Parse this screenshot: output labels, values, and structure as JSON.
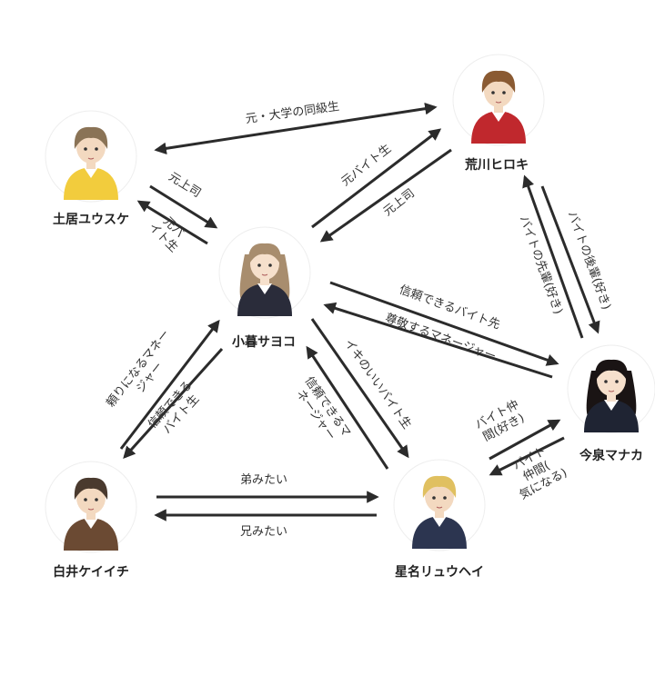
{
  "nodes": [
    {
      "id": "doi",
      "name": "土居ユウスケ",
      "hair": "#8a7356",
      "skin": "#f3d9c0",
      "shirt": "#f2cc3d"
    },
    {
      "id": "arakawa",
      "name": "荒川ヒロキ",
      "hair": "#8a5a32",
      "skin": "#f3d9c0",
      "shirt": "#c0282d"
    },
    {
      "id": "kogure",
      "name": "小暮サヨコ",
      "hair": "#a88d6e",
      "skin": "#f6e0cc",
      "shirt": "#2a2c3a"
    },
    {
      "id": "imaizumi",
      "name": "今泉マナカ",
      "hair": "#1a1414",
      "skin": "#f6e0cc",
      "shirt": "#1f2433"
    },
    {
      "id": "shirai",
      "name": "白井ケイイチ",
      "hair": "#4a3a2e",
      "skin": "#f3d9c0",
      "shirt": "#6b4a33"
    },
    {
      "id": "hoshina",
      "name": "星名リュウヘイ",
      "hair": "#e0c060",
      "skin": "#f3d9c0",
      "shirt": "#2c3550"
    }
  ],
  "edges": [
    {
      "label": "元・大学の同級生"
    },
    {
      "label": "元上司"
    },
    {
      "label": "元バイト生"
    },
    {
      "label": "元バイト生"
    },
    {
      "label": "元上司"
    },
    {
      "label": "バイトの後輩(好き)"
    },
    {
      "label": "バイトの先輩(好き)"
    },
    {
      "label": "信頼できるバイト先"
    },
    {
      "label": "尊敬するマネージャー"
    },
    {
      "label": "頼りになるマネージャー"
    },
    {
      "label": "信頼できるバイト生"
    },
    {
      "label": "イキのいいバイト生"
    },
    {
      "label": "信頼できるマネージャー"
    },
    {
      "label": "バイト仲間(好き)"
    },
    {
      "label": "バイト仲間(気になる)"
    },
    {
      "label": "弟みたい"
    },
    {
      "label": "兄みたい"
    }
  ],
  "colors": {
    "arrow": "#2b2b2b",
    "text": "#333333"
  }
}
